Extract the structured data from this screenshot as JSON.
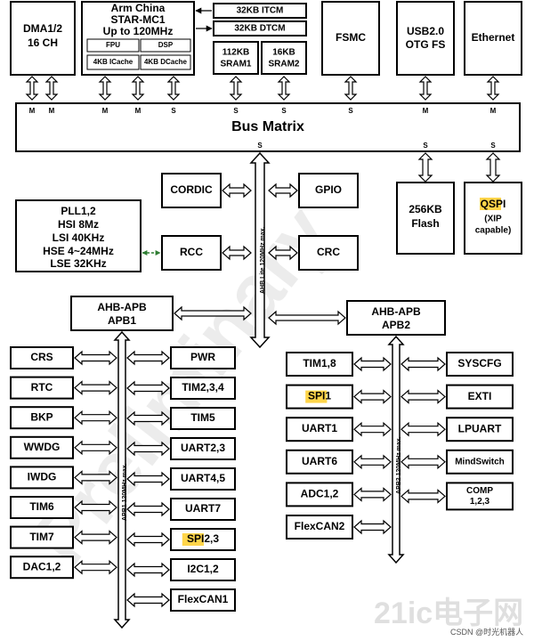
{
  "blocks": {
    "dma": [
      "DMA1/2",
      "16 CH"
    ],
    "cpu": [
      "Arm China",
      "STAR-MC1",
      "Up to 120MHz"
    ],
    "fpu": "FPU",
    "dsp": "DSP",
    "icache": "4KB ICache",
    "dcache": "4KB DCache",
    "itcm": "32KB ITCM",
    "dtcm": "32KB DTCM",
    "sram1": [
      "112KB",
      "SRAM1"
    ],
    "sram2": [
      "16KB",
      "SRAM2"
    ],
    "fsmc": "FSMC",
    "usb": [
      "USB2.0",
      "OTG FS"
    ],
    "ethernet": "Ethernet",
    "bus_matrix": "Bus Matrix",
    "cordic": "CORDIC",
    "gpio": "GPIO",
    "flash": [
      "256KB",
      "Flash"
    ],
    "qspi": {
      "pre": "Q",
      "hl": "SPI",
      "sub1": "(XIP",
      "sub2": "capable)"
    },
    "clocks": [
      "PLL1,2",
      "HSI 8Mz",
      "LSI 40KHz",
      "HSE 4~24MHz",
      "LSE 32KHz"
    ],
    "rcc": "RCC",
    "crc": "CRC",
    "apb1_bridge": [
      "AHB-APB",
      "APB1"
    ],
    "apb2_bridge": [
      "AHB-APB",
      "APB2"
    ]
  },
  "ports": {
    "dma": [
      "M",
      "M"
    ],
    "cpu": [
      "M",
      "M",
      "S"
    ],
    "sram": [
      "S",
      "S"
    ],
    "fsmc": "S",
    "usb": "M",
    "ethernet": "M",
    "bus_out": [
      "S",
      "S",
      "S"
    ]
  },
  "bus_labels": {
    "ahb": "AHB Lite 120MHz max.",
    "apb1": "APB1 120MHz max.",
    "apb2": "APB2 120MHz max."
  },
  "apb1_left": [
    "CRS",
    "RTC",
    "BKP",
    "WWDG",
    "IWDG",
    "TIM6",
    "TIM7",
    "DAC1,2"
  ],
  "apb1_right": [
    {
      "pre": "PWR"
    },
    {
      "pre": "TIM2,3,4"
    },
    {
      "pre": "TIM5"
    },
    {
      "pre": "UART2,3"
    },
    {
      "pre": "UART4,5"
    },
    {
      "pre": "UART7"
    },
    {
      "pre": "",
      "hl": "SPI",
      "post": "2,3"
    },
    {
      "pre": "I2C1,2"
    },
    {
      "pre": "FlexCAN1"
    }
  ],
  "apb2_left": [
    {
      "pre": "TIM1,8"
    },
    {
      "pre": "",
      "hl": "SPI",
      "post": "1"
    },
    {
      "pre": "UART1"
    },
    {
      "pre": "UART6"
    },
    {
      "pre": "ADC1,2"
    },
    {
      "pre": "FlexCAN2"
    }
  ],
  "apb2_right": [
    {
      "lines": [
        "SYSCFG"
      ]
    },
    {
      "lines": [
        "EXTI"
      ]
    },
    {
      "lines": [
        "LPUART"
      ]
    },
    {
      "lines": [
        "MindSwitch"
      ]
    },
    {
      "lines": [
        "COMP",
        "1,2,3"
      ]
    }
  ],
  "watermarks": {
    "main": "Preliminary",
    "logo": "21ic电子网",
    "credit": "CSDN @时光机器人"
  },
  "colors": {
    "highlight": "#ffd54a",
    "connector": "#2e7d32"
  }
}
